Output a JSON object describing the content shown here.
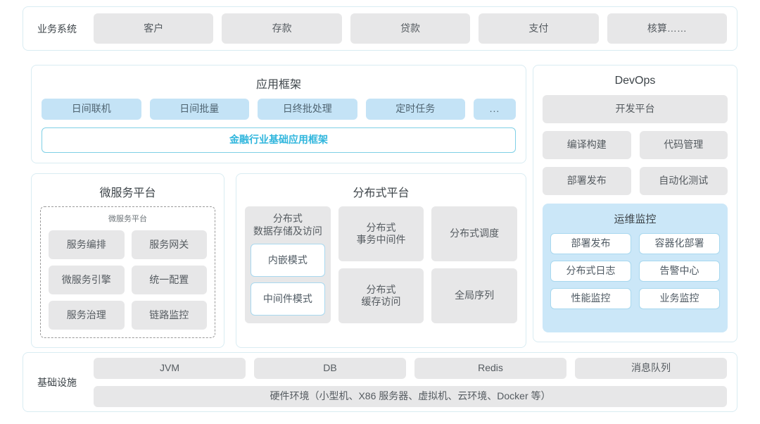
{
  "business_system": {
    "label": "业务系统",
    "items": [
      "客户",
      "存款",
      "贷款",
      "支付",
      "核算……"
    ]
  },
  "app_framework": {
    "title": "应用框架",
    "items": [
      "日间联机",
      "日间批量",
      "日终批处理",
      "定时任务",
      "..."
    ],
    "base_framework": "金融行业基础应用框架"
  },
  "microservice": {
    "title": "微服务平台",
    "inner_title": "微服务平台",
    "items": [
      "服务编排",
      "服务网关",
      "微服务引擎",
      "统一配置",
      "服务治理",
      "链路监控"
    ]
  },
  "distributed": {
    "title": "分布式平台",
    "storage": {
      "label": "分布式\n数据存储及访问",
      "label_line1": "分布式",
      "label_line2": "数据存储及访问",
      "modes": [
        "内嵌模式",
        "中间件模式"
      ]
    },
    "cells": [
      {
        "line1": "分布式",
        "line2": "事务中间件"
      },
      {
        "line1": "分布式调度",
        "line2": ""
      },
      {
        "line1": "分布式",
        "line2": "缓存访问"
      },
      {
        "line1": "全局序列",
        "line2": ""
      }
    ]
  },
  "devops": {
    "title": "DevOps",
    "platform": "开发平台",
    "items": [
      "编译构建",
      "代码管理",
      "部署发布",
      "自动化测试"
    ],
    "ops_monitor": {
      "title": "运维监控",
      "items": [
        "部署发布",
        "容器化部署",
        "分布式日志",
        "告警中心",
        "性能监控",
        "业务监控"
      ]
    }
  },
  "infrastructure": {
    "label": "基础设施",
    "items": [
      "JVM",
      "DB",
      "Redis",
      "消息队列"
    ],
    "hardware": "硬件环境（小型机、X86 服务器、虚拟机、云环境、Docker 等）"
  },
  "colors": {
    "accent_cyan": "#30b6dd",
    "chip_gray": "#e7e7e8",
    "chip_blue": "#c4e3f6",
    "ops_panel_blue": "#cbe7f8",
    "card_border": "#d9ecf2",
    "text_dark": "#3d4449",
    "text_mid": "#555b60"
  }
}
